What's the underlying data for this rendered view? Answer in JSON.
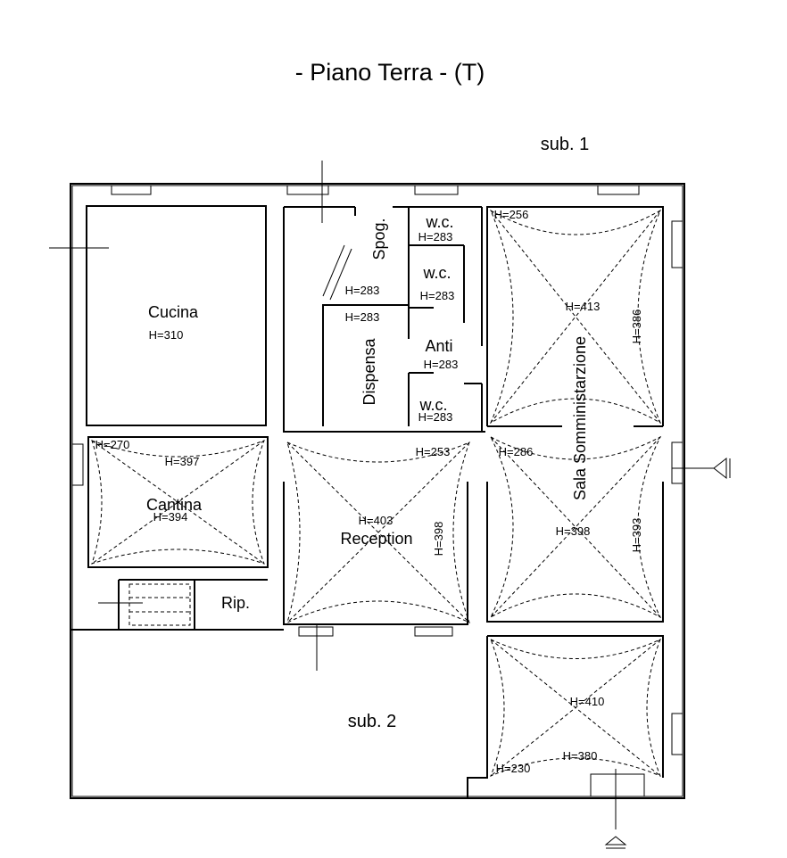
{
  "title": "- Piano Terra - (T)",
  "sub_labels": {
    "sub1": "sub. 1",
    "sub2": "sub. 2"
  },
  "rooms": {
    "cucina": "Cucina",
    "spog": "Spog.",
    "wc_top": "w.c.",
    "wc_mid": "w.c.",
    "wc_bottom": "w.c.",
    "anti": "Anti",
    "dispensa": "Dispensa",
    "cantina": "Cantina",
    "reception": "Reception",
    "rip": "Rip.",
    "sala": "Sala Somministarzione"
  },
  "heights": {
    "cucina": "H=310",
    "wc_top": "H=283",
    "spog_left": "H=283",
    "wc_mid": "H=283",
    "dispensa": "H=283",
    "anti": "H=283",
    "wc_bottom": "H=283",
    "sala_top_corner": "H=256",
    "sala_top_center": "H=413",
    "sala_top_side": "H=386",
    "corridor": "H=253",
    "sala_mid_corner": "H=286",
    "sala_mid_center": "H=398",
    "sala_mid_side": "H=393",
    "cantina_corner": "H=270",
    "cantina_top": "H=397",
    "cantina_center": "H=394",
    "reception_center": "H=403",
    "reception_side": "H=398",
    "bottom_center": "H=410",
    "bottom_mid": "H=380",
    "bottom_corner": "H=230"
  }
}
